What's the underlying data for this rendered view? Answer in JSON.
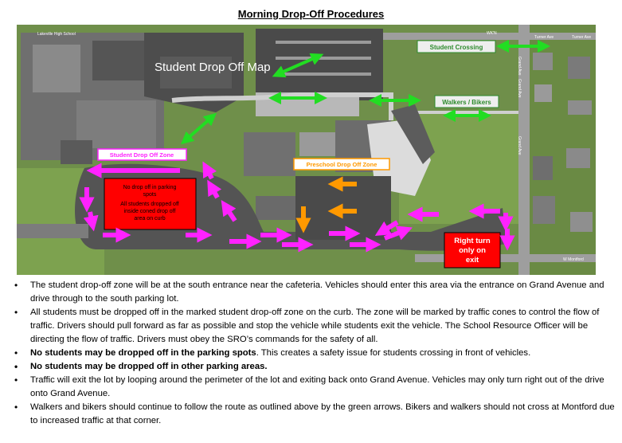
{
  "page": {
    "title": "Morning Drop-Off Procedures"
  },
  "map": {
    "heading": "Student Drop Off Map",
    "street_labels": {
      "top_left": "Lakeville High School",
      "turner_1": "Turner Ave",
      "turner_2": "Turner Ave",
      "top_mid": "WK'N",
      "grand_1": "Grand Ave",
      "grand_2": "Grand Ave",
      "grand_3": "Grand Ave",
      "montford": "W Montford"
    },
    "labels": {
      "student_crossing": "Student Crossing",
      "walkers_bikers": "Walkers / Bikers",
      "student_drop_off_zone": "Student Drop Off Zone",
      "preschool_drop_off_zone": "Preschool Drop Off Zone",
      "warning_line1": "No drop off in parking",
      "warning_line2": "spots",
      "warning_line3": "All students dropped off",
      "warning_line4": "inside coned drop off",
      "warning_line5": "area on curb",
      "right_turn_line1": "Right turn",
      "right_turn_line2": "only on",
      "right_turn_line3": "exit"
    },
    "colors": {
      "green_arrow": "#22dd22",
      "magenta_arrow": "#ff22ff",
      "orange_arrow": "#ff9900",
      "warning_red": "#ff0000"
    }
  },
  "bullets": [
    {
      "text": "The student drop-off zone will be at the south entrance near the cafeteria. Vehicles should enter this area via the entrance on Grand Avenue and drive through to the south parking lot.",
      "bold": false
    },
    {
      "text": "All students must be dropped off in the marked student drop-off zone on the curb. The zone will be marked by traffic cones to control the flow of traffic. Drivers should pull forward as far as possible and stop the vehicle while students exit the vehicle. The School Resource Officer will be directing the flow of traffic. Drivers must obey the SRO’s commands for the safety of all.",
      "bold": false
    },
    {
      "text": "",
      "bold": true,
      "bold_part": "No students may be dropped off in the parking spots",
      "rest": ". This creates a safety issue for students crossing in front of vehicles."
    },
    {
      "text": "No students may be dropped off in other parking areas.",
      "bold": true
    },
    {
      "text": "Traffic will exit the lot by looping around the perimeter of the lot and exiting back onto Grand Avenue. Vehicles may only turn right out of the drive onto Grand Avenue.",
      "bold": false
    },
    {
      "text": "Walkers and bikers should continue to follow the route as outlined above by the green arrows.  Bikers and walkers should not cross at Montford due to increased traffic at that corner.",
      "bold": false
    }
  ]
}
